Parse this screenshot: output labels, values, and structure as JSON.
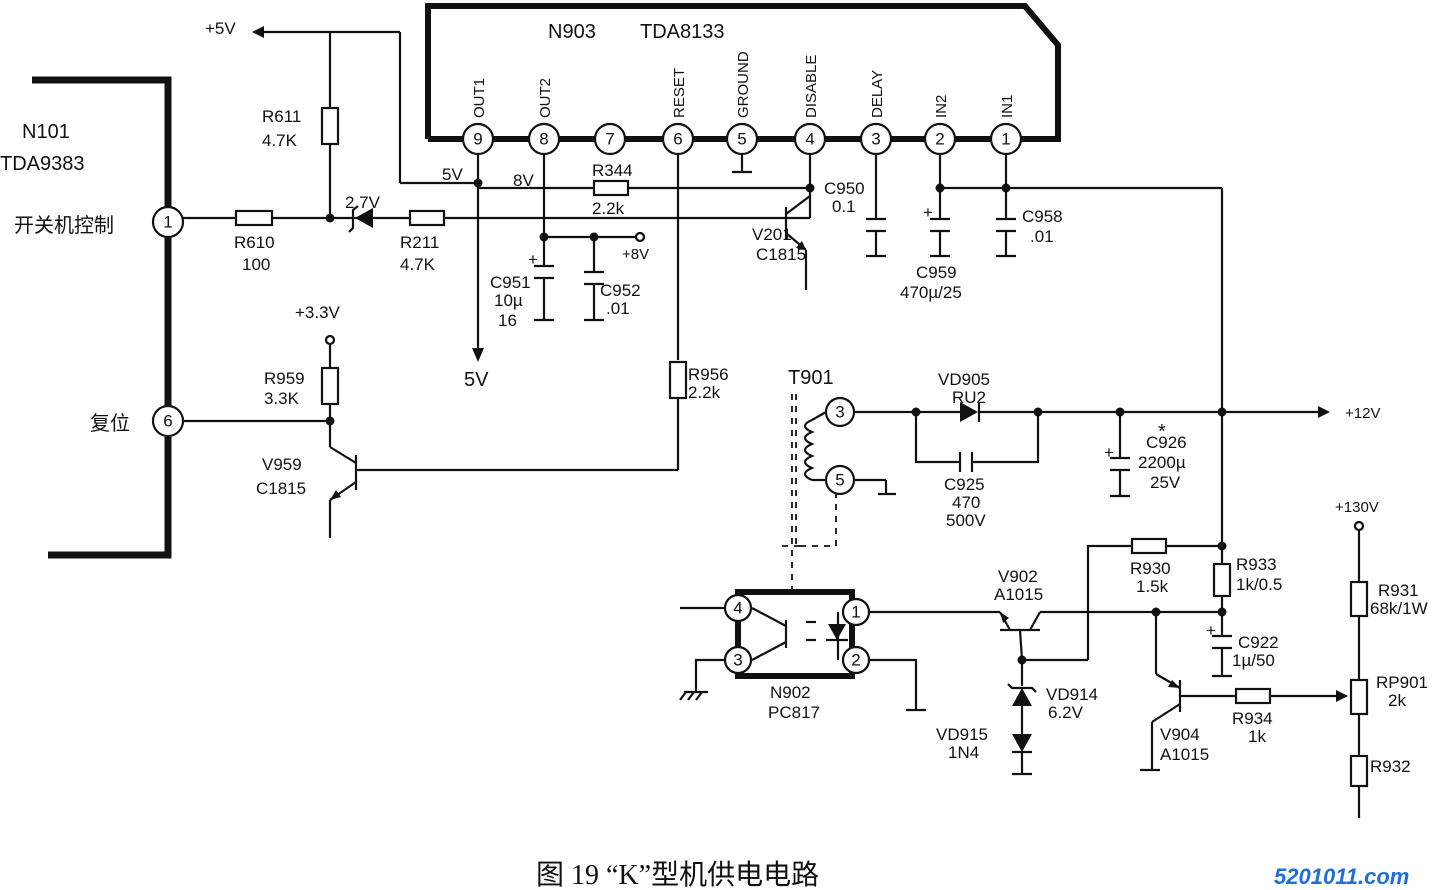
{
  "caption": "图 19 “K”型机供电电路",
  "watermark": "5201011.com",
  "n101": {
    "ref": "N101",
    "type": "TDA9383",
    "pin1_label": "开关机控制",
    "pin6_label": "复位",
    "pin1": "1",
    "pin6": "6"
  },
  "n903": {
    "ref": "N903",
    "type": "TDA8133",
    "pins": [
      {
        "num": "9",
        "name": "OUT1"
      },
      {
        "num": "8",
        "name": "OUT2"
      },
      {
        "num": "7",
        "name": ""
      },
      {
        "num": "6",
        "name": "RESET"
      },
      {
        "num": "5",
        "name": "GROUND"
      },
      {
        "num": "4",
        "name": "DISABLE"
      },
      {
        "num": "3",
        "name": "DELAY"
      },
      {
        "num": "2",
        "name": "IN2"
      },
      {
        "num": "1",
        "name": "IN1"
      }
    ]
  },
  "rails": {
    "p5v_top": "+5V",
    "p5v_out": "5V",
    "p5v_node": "5V",
    "p8v_node": "8V",
    "p8v": "+8V",
    "p33v": "+3.3V",
    "p12v": "+12V",
    "p130v": "+130V",
    "v27": "2.7V"
  },
  "r611": {
    "ref": "R611",
    "val": "4.7K"
  },
  "r610": {
    "ref": "R610",
    "val": "100"
  },
  "r211": {
    "ref": "R211",
    "val": "4.7K"
  },
  "r344": {
    "ref": "R344",
    "val": "2.2k"
  },
  "v201": {
    "ref": "V201",
    "type": "C1815"
  },
  "c950": {
    "ref": "C950",
    "val": "0.1"
  },
  "c958": {
    "ref": "C958",
    "val": ".01"
  },
  "c959": {
    "ref": "C959",
    "val": "470µ/25"
  },
  "c951": {
    "ref": "C951",
    "val": "10µ",
    "volt": "16"
  },
  "c952": {
    "ref": "C952",
    "val": ".01"
  },
  "r959": {
    "ref": "R959",
    "val": "3.3K"
  },
  "v959": {
    "ref": "V959",
    "type": "C1815"
  },
  "r956": {
    "ref": "R956",
    "val": "2.2k"
  },
  "t901": {
    "ref": "T901",
    "pin3": "3",
    "pin5": "5"
  },
  "vd905": {
    "ref": "VD905",
    "type": "RU2"
  },
  "c925": {
    "ref": "C925",
    "val": "470",
    "volt": "500V"
  },
  "c926": {
    "ref": "C926",
    "val": "2200µ",
    "volt": "25V",
    "mark": "*"
  },
  "r930": {
    "ref": "R930",
    "val": "1.5k"
  },
  "r933": {
    "ref": "R933",
    "val": "1k/0.5"
  },
  "v902": {
    "ref": "V902",
    "type": "A1015"
  },
  "c922": {
    "ref": "C922",
    "val": "1µ/50"
  },
  "r931": {
    "ref": "R931",
    "val": "68k/1W"
  },
  "rp901": {
    "ref": "RP901",
    "val": "2k"
  },
  "r932": {
    "ref": "R932"
  },
  "r934": {
    "ref": "R934",
    "val": "1k"
  },
  "v904": {
    "ref": "V904",
    "type": "A1015"
  },
  "vd914": {
    "ref": "VD914",
    "val": "6.2V"
  },
  "vd915": {
    "ref": "VD915",
    "type": "1N4"
  },
  "n902": {
    "ref": "N902",
    "type": "PC817",
    "pins": [
      "1",
      "2",
      "3",
      "4"
    ]
  }
}
